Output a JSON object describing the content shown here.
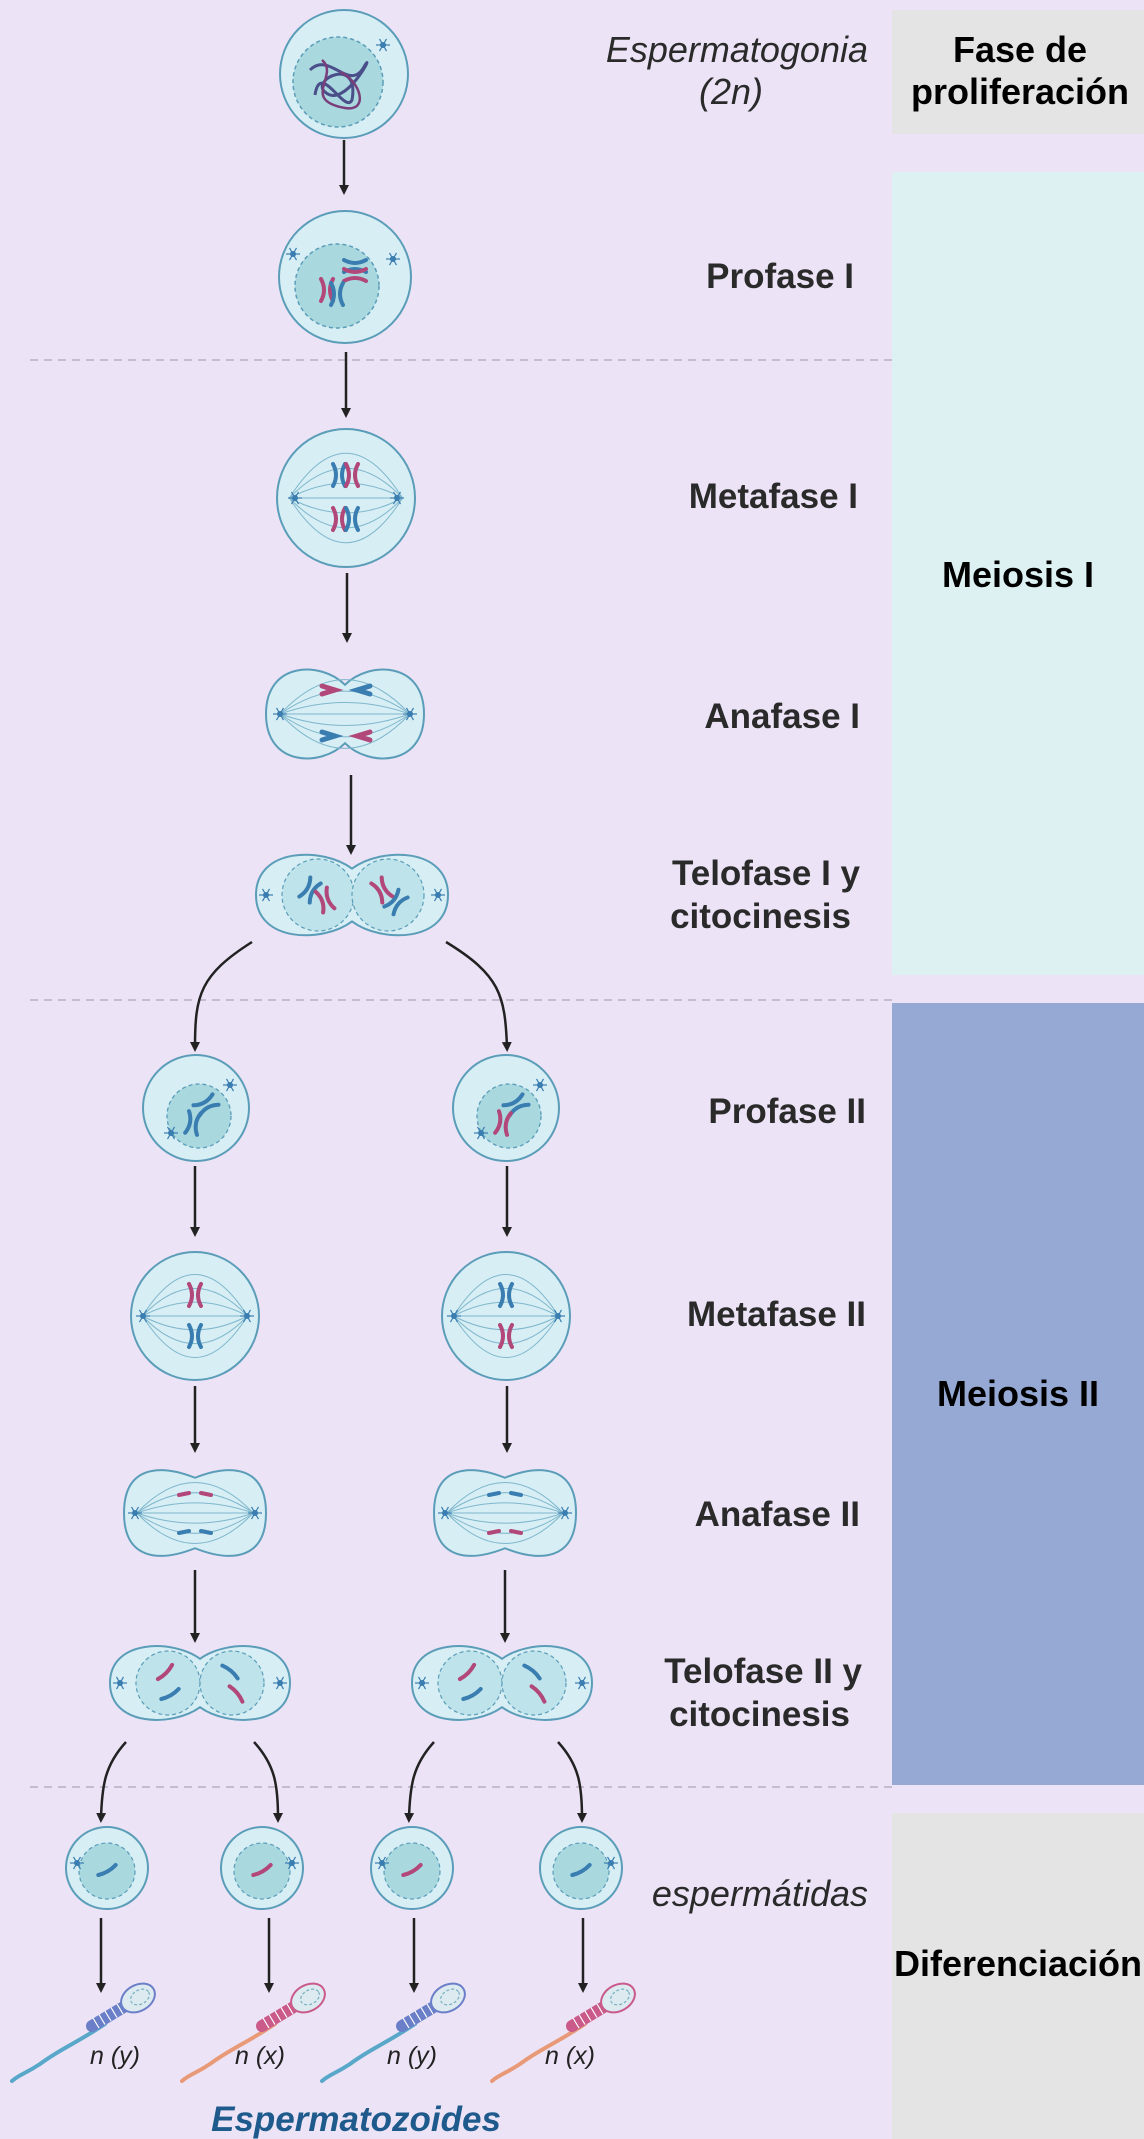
{
  "labels": {
    "espermatogonia_line1": "Espermatogonia",
    "espermatogonia_line2": "(2n)",
    "profase1": "Profase I",
    "metafase1": "Metafase I",
    "anafase1": "Anafase I",
    "telofase1_line1": "Telofase I y",
    "telofase1_line2": "citocinesis",
    "profase2": "Profase II",
    "metafase2": "Metafase II",
    "anafase2": "Anafase II",
    "telofase2_line1": "Telofase II y",
    "telofase2_line2": "citocinesis",
    "espermatidas": "espermátidas",
    "espermatozoides": "Espermatozoides"
  },
  "bands": {
    "proliferacion_line1": "Fase de",
    "proliferacion_line2": "proliferación",
    "meiosis1": "Meiosis I",
    "meiosis2": "Meiosis II",
    "diferenciacion": "Diferenciación"
  },
  "sperm_labels": [
    "n (y)",
    "n (x)",
    "n (y)",
    "n (x)"
  ],
  "colors": {
    "background": "#ECE4F6",
    "proliferacion_band": "#E4E4E4",
    "meiosis1_band": "#DDF0F2",
    "meiosis2_band": "#96A9D4",
    "diferenciacion_band": "#E4E4E4",
    "cell_fill": "#D7EEF5",
    "cell_stroke": "#5B9DB8",
    "nucleus_fill": "#A9D8DF",
    "chromosome_blue": "#3A7DB0",
    "chromosome_pink": "#B2477A",
    "title_blue": "#1E5A8C"
  }
}
